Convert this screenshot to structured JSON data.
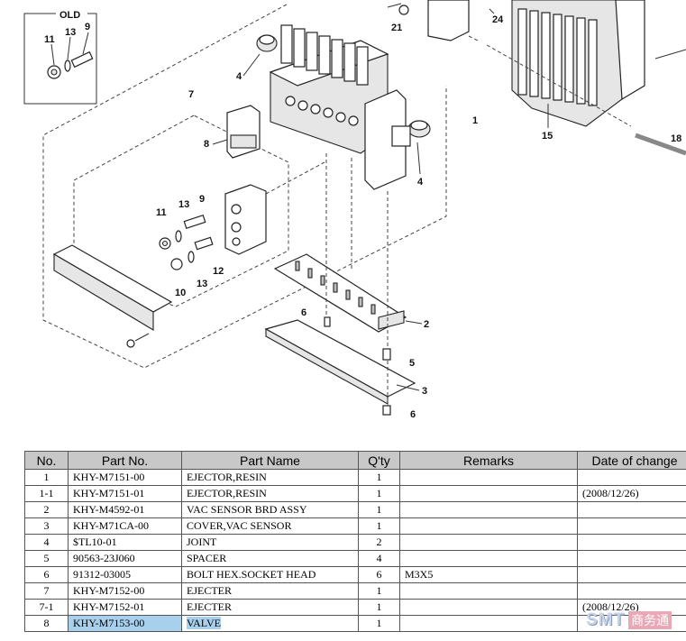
{
  "diagram": {
    "old_label": "OLD",
    "callouts": {
      "c1": "1",
      "c2": "2",
      "c3": "3",
      "c4a": "4",
      "c4b": "4",
      "c5": "5",
      "c6a": "6",
      "c6b": "6",
      "c7": "7",
      "c8": "8",
      "c9a": "9",
      "c9b": "9",
      "c10": "10",
      "c11a": "11",
      "c11b": "11",
      "c12": "12",
      "c13a": "13",
      "c13b": "13",
      "c13c": "13",
      "c15": "15",
      "c18": "18",
      "c21": "21",
      "c24": "24"
    }
  },
  "table": {
    "headers": {
      "no": "No.",
      "part_no": "Part No.",
      "part_name": "Part Name",
      "qty": "Q'ty",
      "remarks": "Remarks",
      "date": "Date of change"
    },
    "rows": [
      {
        "no": "1",
        "part_no": "KHY-M7151-00",
        "name": "EJECTOR,RESIN",
        "qty": "1",
        "remarks": "",
        "date": ""
      },
      {
        "no": "1-1",
        "part_no": "KHY-M7151-01",
        "name": "EJECTOR,RESIN",
        "qty": "1",
        "remarks": "",
        "date": "(2008/12/26)"
      },
      {
        "no": "2",
        "part_no": "KHY-M4592-01",
        "name": "VAC SENSOR BRD ASSY",
        "qty": "1",
        "remarks": "",
        "date": ""
      },
      {
        "no": "3",
        "part_no": "KHY-M71CA-00",
        "name": "COVER,VAC SENSOR",
        "qty": "1",
        "remarks": "",
        "date": ""
      },
      {
        "no": "4",
        "part_no": "$TL10-01",
        "name": "JOINT",
        "qty": "2",
        "remarks": "",
        "date": ""
      },
      {
        "no": "5",
        "part_no": "90563-23J060",
        "name": "SPACER",
        "qty": "4",
        "remarks": "",
        "date": ""
      },
      {
        "no": "6",
        "part_no": "91312-03005",
        "name": "BOLT HEX.SOCKET HEAD",
        "qty": "6",
        "remarks": "M3X5",
        "date": ""
      },
      {
        "no": "7",
        "part_no": "KHY-M7152-00",
        "name": "EJECTER",
        "qty": "1",
        "remarks": "",
        "date": ""
      },
      {
        "no": "7-1",
        "part_no": "KHY-M7152-01",
        "name": "EJECTER",
        "qty": "1",
        "remarks": "",
        "date": "(2008/12/26)"
      },
      {
        "no": "8",
        "part_no": "KHY-M7153-00",
        "name": "VALVE",
        "qty": "1",
        "remarks": "",
        "date": ""
      }
    ]
  },
  "watermark": {
    "latin": "SMT",
    "cjk": "商务通"
  },
  "colors": {
    "header_bg": "#c8c8c8",
    "highlight": "#a8d0ec"
  }
}
